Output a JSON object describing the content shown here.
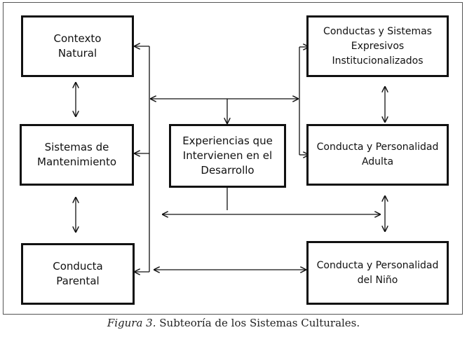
{
  "boxes": {
    "contexto": "Contexto\nNatural",
    "mantenimiento": "Sistemas de\nMantenimiento",
    "parental": "Conducta\nParental",
    "experiencias": "Experiencias que\nIntervienen en el\nDesarrollo",
    "expresivos": "Conductas y Sistemas\nExpresivos\nInstitucionalizados",
    "adulta": "Conducta y Personalidad\nAdulta",
    "nino": "Conducta y Personalidad\ndel Niño"
  },
  "caption": {
    "figure_label": "Figura 3.",
    "text": " Subteoría de los Sistemas Culturales."
  }
}
